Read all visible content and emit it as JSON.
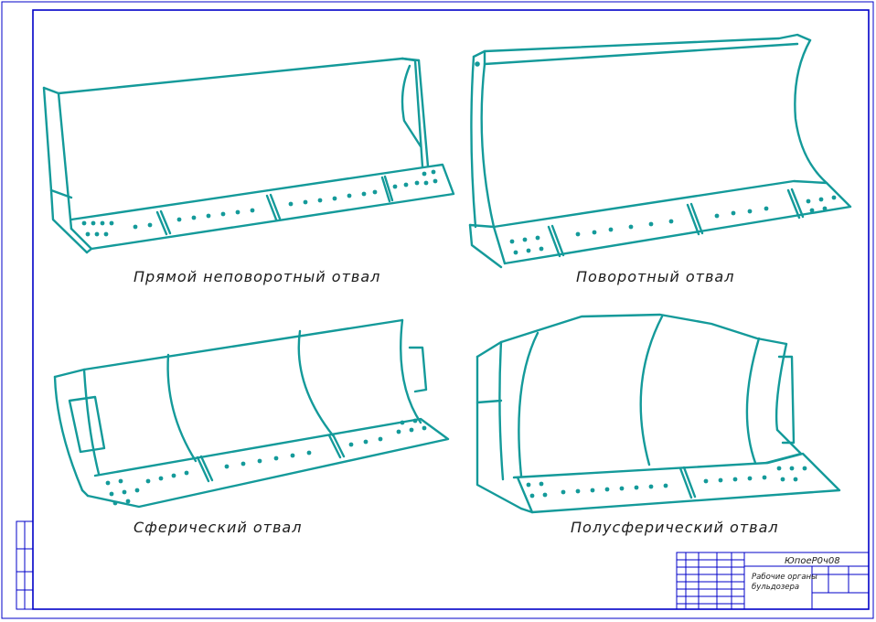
{
  "captions": {
    "straight_blade": "Прямой неповоротный отвал",
    "swivel_blade": "Поворотный отвал",
    "spherical_blade": "Сферический отвал",
    "semispherical_blade": "Полусферический отвал"
  },
  "title_block": {
    "designation": "ЮпоеР0ч08",
    "title_line1": "Рабочие органы",
    "title_line2": "бульдозера"
  },
  "colors": {
    "frame": "#0000c8",
    "outline": "#149a9a",
    "text": "#1c1c1c"
  }
}
